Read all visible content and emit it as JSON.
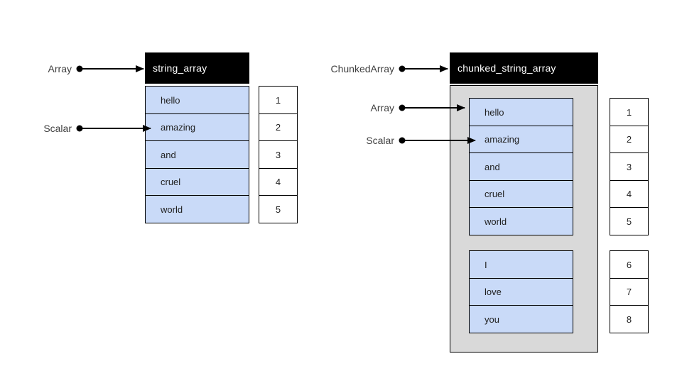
{
  "left": {
    "header": "string_array",
    "labels": {
      "array": "Array",
      "scalar": "Scalar"
    },
    "cells": [
      "hello",
      "amazing",
      "and",
      "cruel",
      "world"
    ],
    "indices": [
      "1",
      "2",
      "3",
      "4",
      "5"
    ]
  },
  "right": {
    "header": "chunked_string_array",
    "labels": {
      "chunked_array": "ChunkedArray",
      "array": "Array",
      "scalar": "Scalar"
    },
    "chunks": [
      {
        "cells": [
          "hello",
          "amazing",
          "and",
          "cruel",
          "world"
        ],
        "indices": [
          "1",
          "2",
          "3",
          "4",
          "5"
        ]
      },
      {
        "cells": [
          "I",
          "love",
          "you"
        ],
        "indices": [
          "6",
          "7",
          "8"
        ]
      }
    ]
  },
  "colors": {
    "background": "#ffffff",
    "cell_fill": "#c9daf8",
    "container_fill": "#d9d9d9",
    "header_fill": "#000000",
    "header_text": "#ffffff",
    "cell_text": "#1f1f1f",
    "label_text": "#404040",
    "line": "#000000"
  }
}
